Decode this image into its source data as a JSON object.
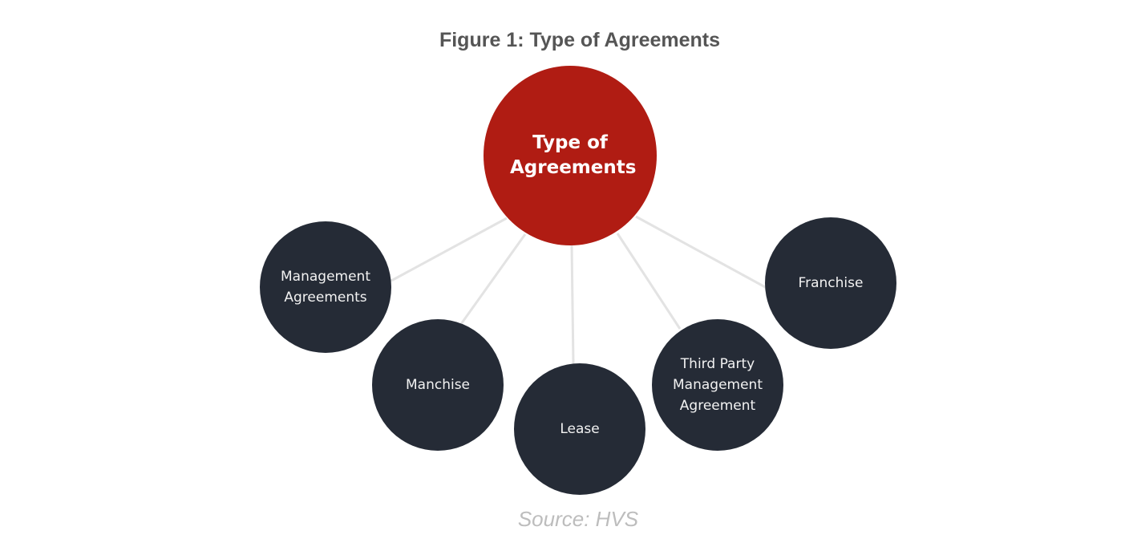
{
  "figure": {
    "title": "Figure 1: Type of Agreements",
    "source": "Source: HVS"
  },
  "diagram": {
    "center": {
      "label": "Type of\nAgreements",
      "color": "#b01c13"
    },
    "leaf_color": "#252b36",
    "connector_color": "#e3e3e3",
    "children": [
      {
        "id": "management",
        "label": "Management\nAgreements"
      },
      {
        "id": "manchise",
        "label": "Manchise"
      },
      {
        "id": "lease",
        "label": "Lease"
      },
      {
        "id": "thirdparty",
        "label": "Third Party\nManagement\nAgreement"
      },
      {
        "id": "franchise",
        "label": "Franchise"
      }
    ]
  }
}
